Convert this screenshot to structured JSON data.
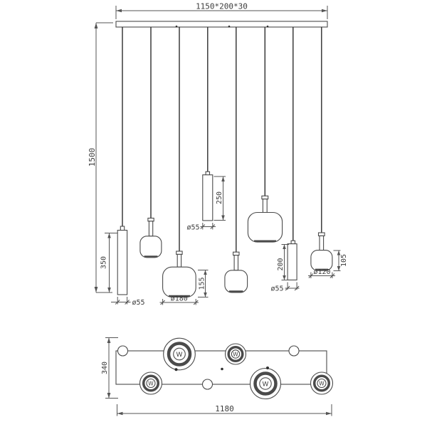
{
  "elevation": {
    "canopy_dim": "1150*200*30",
    "total_drop": "1500",
    "pendant1": {
      "height": "350",
      "diameter": "ø55"
    },
    "pendant3": {
      "height": "155",
      "diameter": "ø180"
    },
    "pendant4": {
      "height": "250",
      "diameter": "ø55"
    },
    "pendant7": {
      "height": "200",
      "diameter": "ø55"
    },
    "pendant8": {
      "height": "105",
      "diameter": "ø120"
    }
  },
  "plan": {
    "depth": "340",
    "width": "1180",
    "lamp_symbol": "W"
  },
  "colors": {
    "line": "#4a4a4a",
    "cord": "#2e2e2e",
    "dim": "#555555",
    "text": "#3c3c3c",
    "background": "#ffffff"
  }
}
